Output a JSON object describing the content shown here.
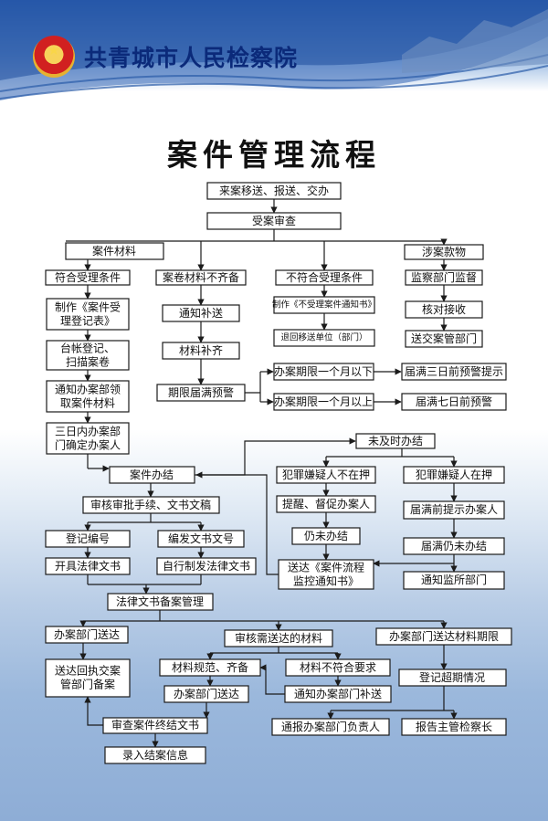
{
  "header": {
    "organization": "共青城市人民检察院",
    "title": "案件管理流程"
  },
  "flow": {
    "intake": "来案移送、报送、交办",
    "review": "受案审查",
    "case_materials": "案件材料",
    "involved_funds": "涉案款物",
    "eligible": "符合受理条件",
    "incomplete_file": "案卷材料不齐备",
    "ineligible": "不符合受理条件",
    "supervision": "监察部门监督",
    "make_register": "制作《案件受理登记表》",
    "notify_supplement": "通知补送",
    "make_notice": "制作《不受理案件通知书》",
    "check_receive": "核对接收",
    "ledger_scan": "台帐登记、扫描案卷",
    "materials_supplemented": "材料补齐",
    "return_unit": "退回移送单位（部门）",
    "send_to_custody": "送交案管部门",
    "notify_dept": "通知办案部领取案件材料",
    "deadline_warning": "期限届满预警",
    "under_one_month": "办案期限一个月以下",
    "over_one_month": "办案期限一个月以上",
    "warn_three_days": "届满三日前预警提示",
    "warn_seven_days": "届满七日前预警",
    "assign_handler": "三日内办案部门确定办案人",
    "not_closed": "未及时办结",
    "case_closing": "案件办结",
    "suspect_not_detained": "犯罪嫌疑人不在押",
    "suspect_detained": "犯罪嫌疑人在押",
    "review_docs": "审核审批手续、文书文稿",
    "remind_urge": "提醒、督促办案人",
    "remind_before_due": "届满前提示办案人",
    "register_number": "登记编号",
    "issue_doc_number": "编发文书文号",
    "still_not_closed_a": "仍未办结",
    "due_not_closed": "届满仍未办结",
    "issue_legal_docs": "开具法律文书",
    "self_made_docs": "自行制发法律文书",
    "monitor_notice": "送达《案件流程监控通知书》",
    "notify_prison": "通知监所部门",
    "doc_filing": "法律文书备案管理",
    "dept_delivery": "办案部门送达",
    "review_delivery_materials": "审核需送达的材料",
    "delivery_deadline": "办案部门送达材料期限",
    "return_receipt": "送达回执交案管部门备案",
    "standard_complete": "材料规范、齐备",
    "nonconforming": "材料不符合要求",
    "register_overdue": "登记超期情况",
    "dept_delivery_2": "办案部门送达",
    "notify_resubmit": "通知办案部门补送",
    "review_final_docs": "审查案件终结文书",
    "notify_head": "通报办案部门负责人",
    "report_procurator": "报告主管检察长",
    "record_closure": "录入结案信息"
  },
  "colors": {
    "header_blue": "#0b2a7a",
    "band_blue": "#2f63b4"
  }
}
